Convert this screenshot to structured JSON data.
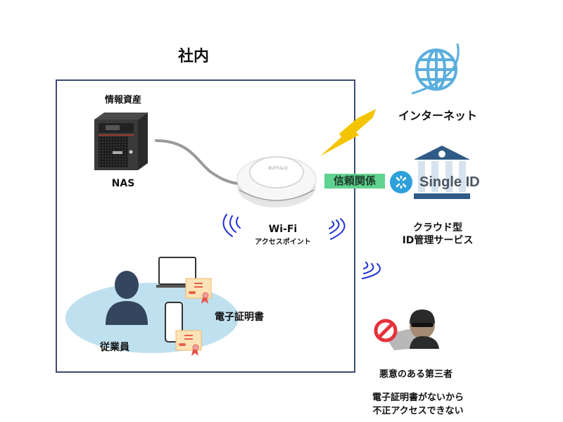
{
  "office": {
    "title": "社内"
  },
  "nas": {
    "group_label": "情報資産",
    "label": "NAS"
  },
  "access_point": {
    "label": "Wi-Fi",
    "sublabel": "アクセスポイント"
  },
  "trust": {
    "label": "信頼関係"
  },
  "internet": {
    "label": "インターネット"
  },
  "cloud_id": {
    "logo_text": "Single ID",
    "label_line1": "クラウド型",
    "label_line2": "ID管理サービス"
  },
  "employee": {
    "label": "従業員"
  },
  "certificate": {
    "label": "電子証明書"
  },
  "attacker": {
    "label": "悪意のある第三者",
    "note_line1": "電子証明書がないから",
    "note_line2": "不正アクセスできない"
  },
  "colors": {
    "frame": "#3b4c6f",
    "trust": "#5fd38f",
    "wifi_waves": "#1f2fd6",
    "bolt": "#f2c500",
    "globe": "#5aaede",
    "bank": "#2f5b86",
    "ellipse": "#bfe0ef",
    "person": "#34455e",
    "block": "#e5313b"
  }
}
